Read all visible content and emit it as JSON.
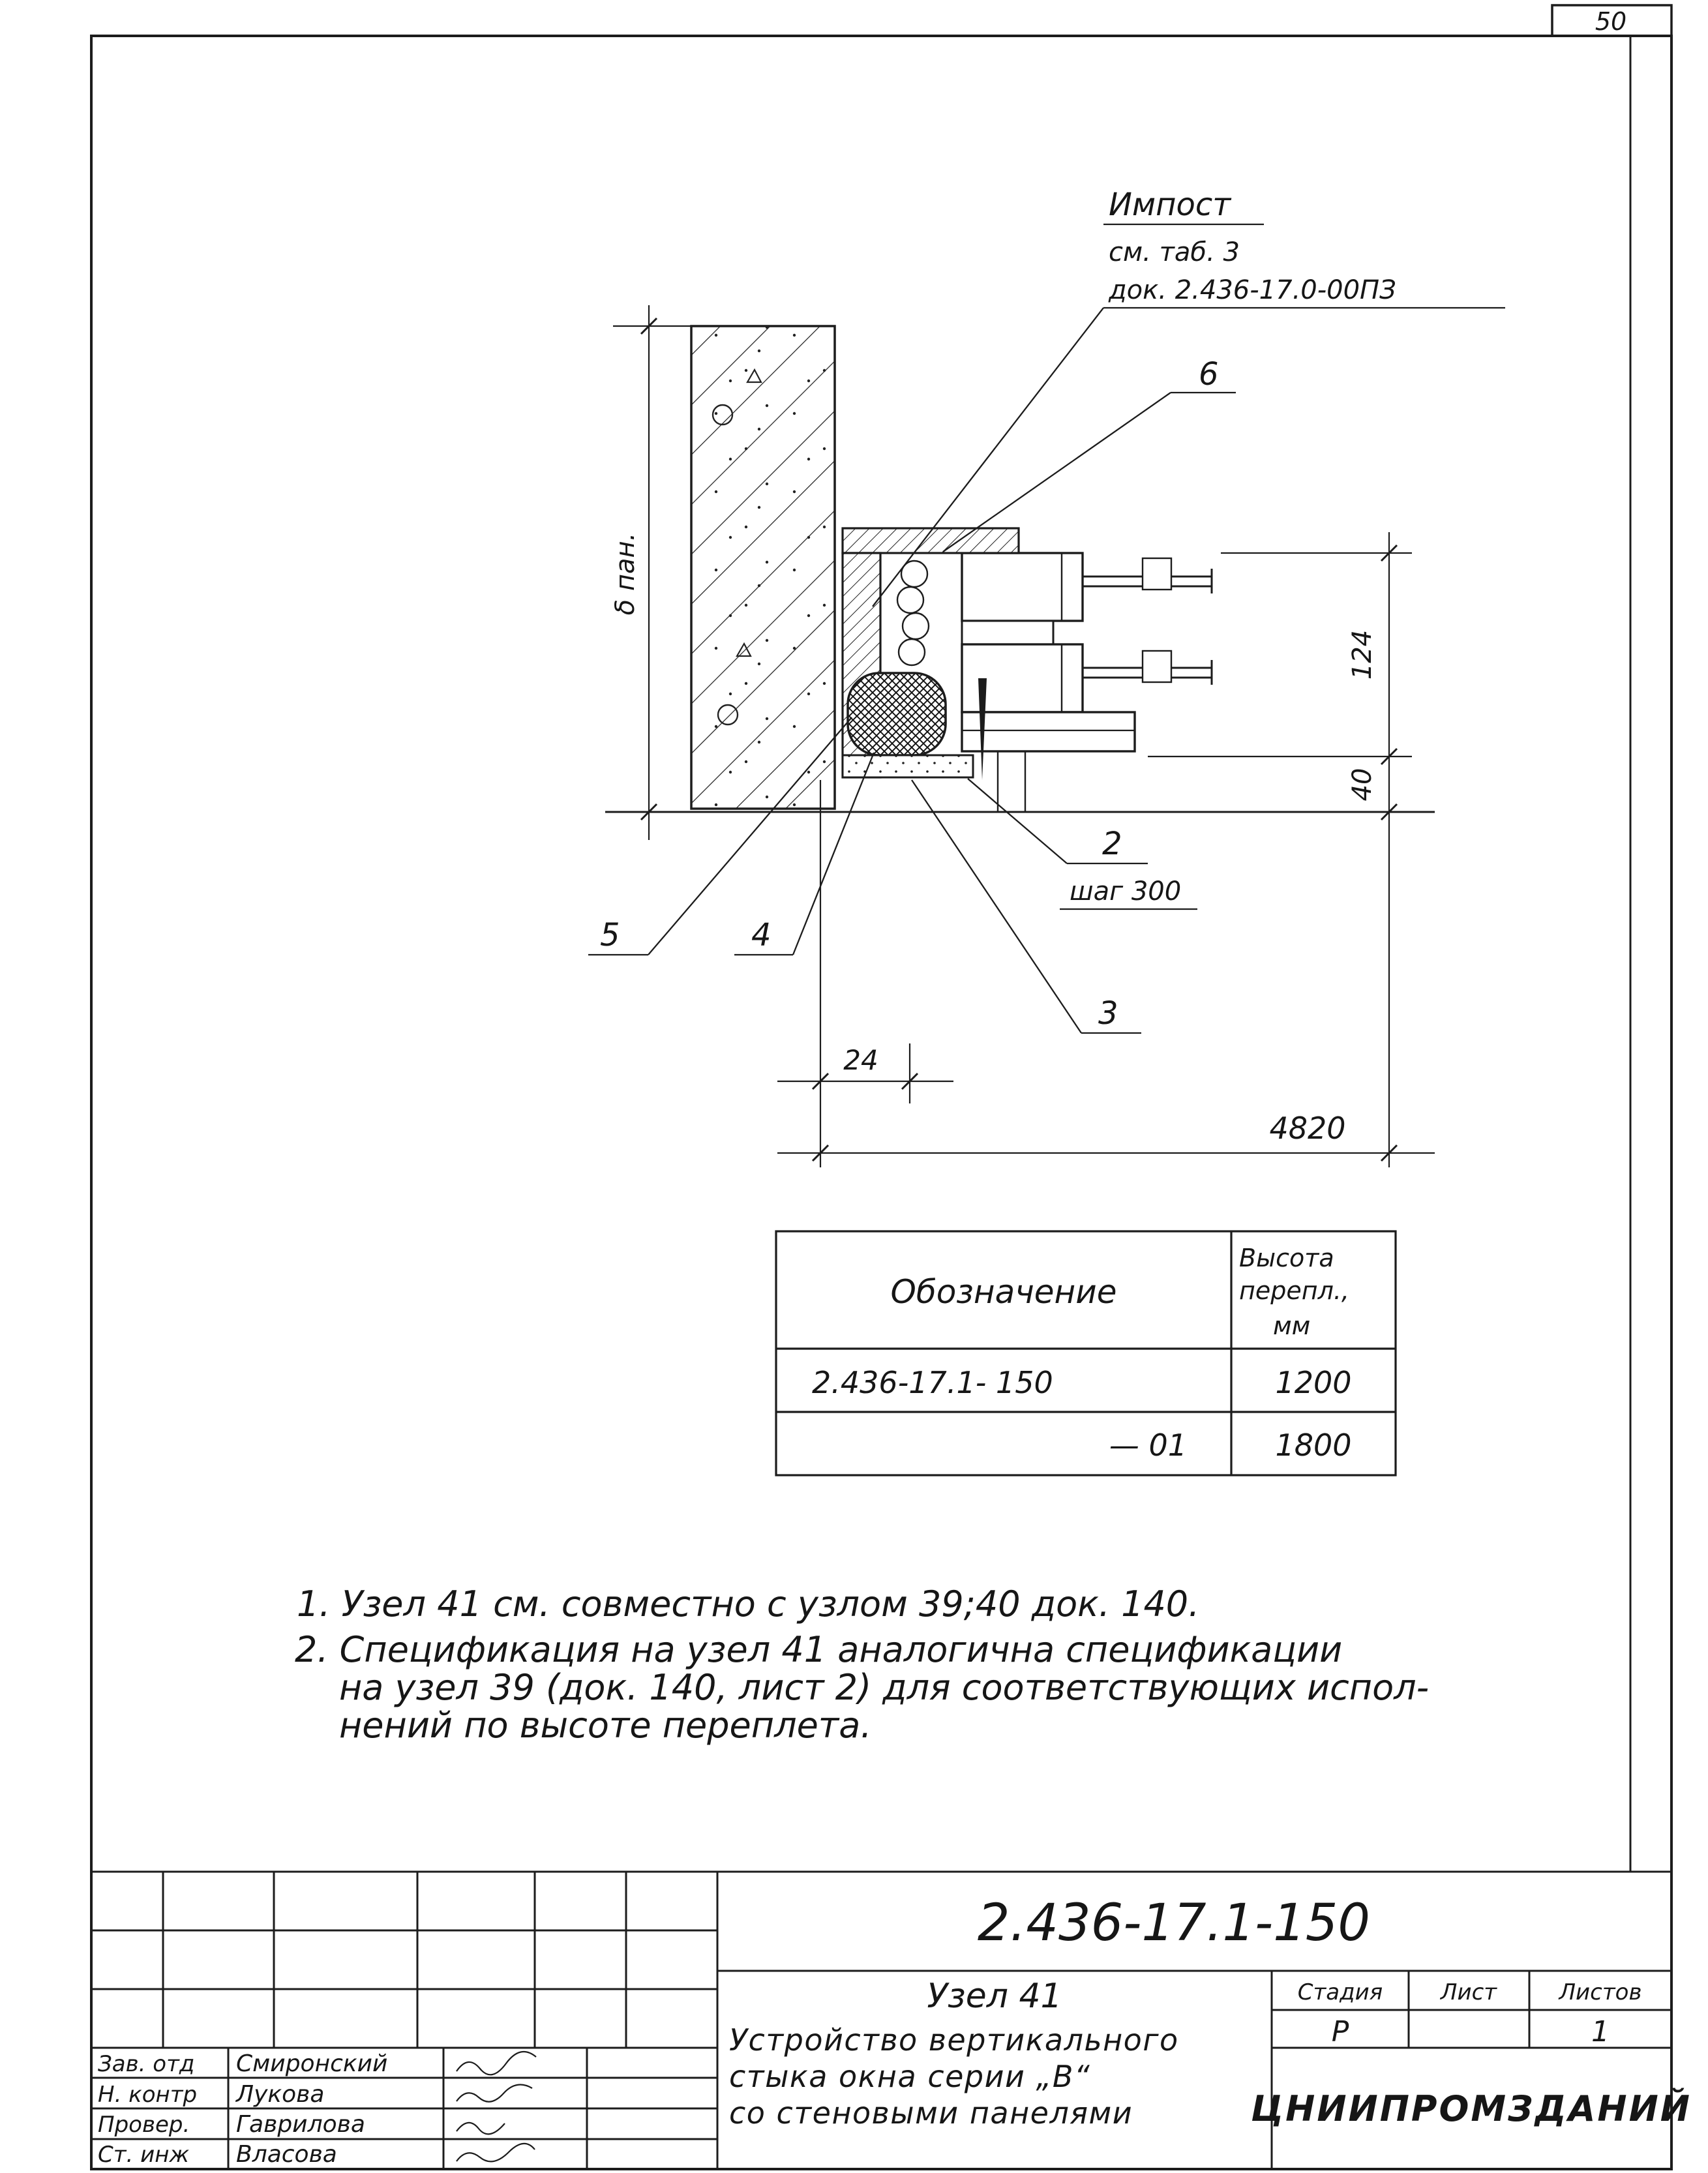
{
  "page": {
    "number": "50"
  },
  "drawing": {
    "impost_label": "Импост",
    "impost_ref1": "см. таб. 3",
    "impost_ref2": "док. 2.436-17.0-00ПЗ",
    "callout_6": "6",
    "callout_2": "2",
    "callout_2_note": "шаг 300",
    "callout_5": "5",
    "callout_4": "4",
    "callout_3": "3",
    "dim_panel": "δ пан.",
    "dim_124": "124",
    "dim_40": "40",
    "dim_24": "24",
    "dim_4820": "4820"
  },
  "table": {
    "header_designation": "Обозначение",
    "header_height_1": "Высота",
    "header_height_2": "перепл.,",
    "header_height_3": "мм",
    "rows": [
      {
        "designation": "2.436-17.1- 150",
        "height": "1200"
      },
      {
        "designation": "— 01",
        "height": "1800"
      }
    ]
  },
  "notes": {
    "line1": "1. Узел 41 см. совместно с узлом 39;40 док. 140.",
    "line2": "2. Спецификация на узел 41 аналогична спецификации",
    "line3": "на узел 39 (док. 140, лист 2) для соответствующих испол-",
    "line4": "нений по высоте переплета."
  },
  "title_block": {
    "designation": "2.436-17.1-150",
    "node": "Узел 41",
    "title_line1": "Устройство вертикального",
    "title_line2": "стыка окна серии „В“",
    "title_line3": "со стеновыми панелями",
    "stage_label": "Стадия",
    "sheet_label": "Лист",
    "sheets_label": "Листов",
    "stage_value": "Р",
    "sheet_value": "",
    "sheets_value": "1",
    "organization": "ЦНИИПРОМЗДАНИЙ",
    "signatures": [
      {
        "role": "Зав. отд",
        "name": "Смиронский"
      },
      {
        "role": "Н. контр",
        "name": "Лукова"
      },
      {
        "role": "Провер.",
        "name": "Гаврилова"
      },
      {
        "role": "Ст. инж",
        "name": "Власова"
      }
    ]
  }
}
